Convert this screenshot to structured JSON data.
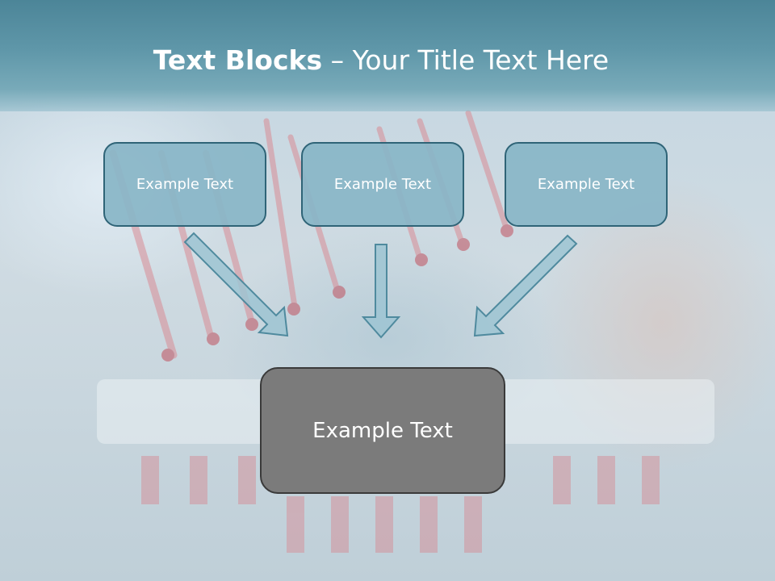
{
  "title": {
    "bold": "Text Blocks",
    "dash": "–",
    "rest": "Your Title Text Here"
  },
  "diagram": {
    "inputs": [
      {
        "label": "Example Text"
      },
      {
        "label": "Example Text"
      },
      {
        "label": "Example Text"
      }
    ],
    "output": {
      "label": "Example Text"
    }
  },
  "colors": {
    "header": "#4c8598",
    "box_fill": "#89b6c7",
    "box_border": "#2f6477",
    "output_fill": "#7b7b7b",
    "output_border": "#3a3a3a",
    "arrow_fill": "#9ec4d2",
    "arrow_stroke": "#4f8a9e"
  }
}
